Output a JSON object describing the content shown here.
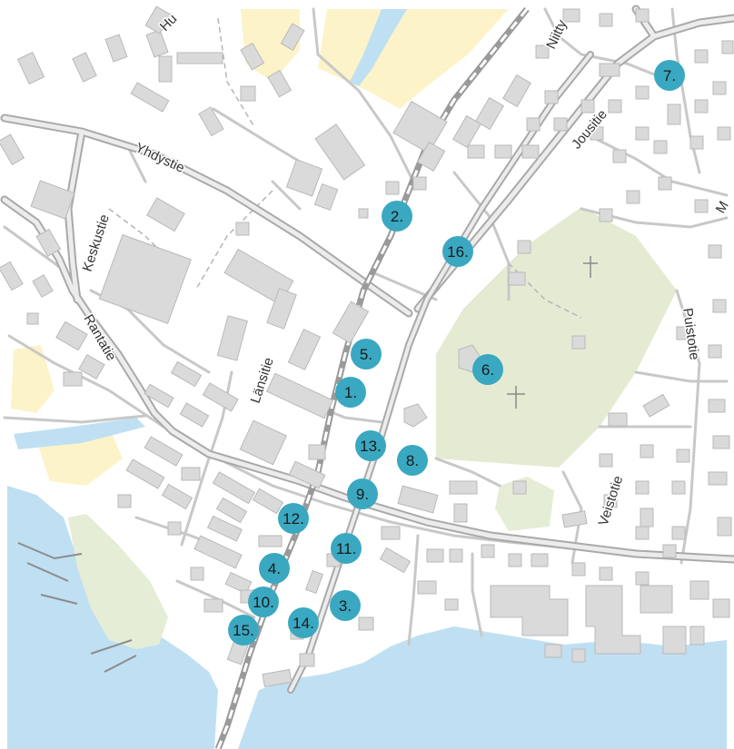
{
  "colors": {
    "water": "#bfe0f2",
    "land": "#ffffff",
    "cemetery": "#e5ebd3",
    "park": "#e6edd6",
    "sand": "#fcf3c9",
    "building": "#dadada",
    "building_edge": "#b9b9b9",
    "road": "#c8c8c8",
    "road_casing": "#a9a9a9",
    "railway": "#9a9a9a",
    "marker": "#3aa8c1"
  },
  "streets": {
    "huvikatu": "Hu",
    "yhdystie": "Yhdystie",
    "keskustie": "Keskustie",
    "rantatie": "Rantatie",
    "lansitie": "Länsitie",
    "jousitie": "Jousitie",
    "niittytie": "Niitty",
    "puistotie": "Puistotie",
    "veistotie": "Veistotie",
    "edge_m": "M"
  },
  "icons": {
    "cemetery_cross": "cross-icon"
  },
  "markers": [
    {
      "label": "1."
    },
    {
      "label": "2."
    },
    {
      "label": "3."
    },
    {
      "label": "4."
    },
    {
      "label": "5."
    },
    {
      "label": "6."
    },
    {
      "label": "7."
    },
    {
      "label": "8."
    },
    {
      "label": "9."
    },
    {
      "label": "10."
    },
    {
      "label": "11."
    },
    {
      "label": "12."
    },
    {
      "label": "13."
    },
    {
      "label": "14."
    },
    {
      "label": "15."
    },
    {
      "label": "16."
    }
  ]
}
